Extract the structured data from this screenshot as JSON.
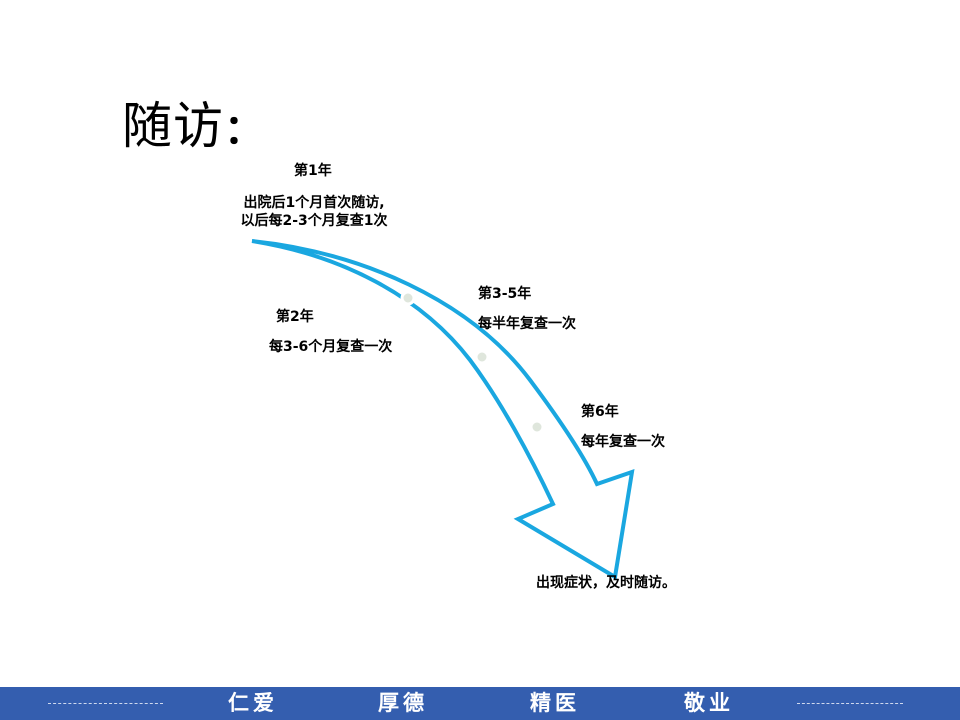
{
  "slide": {
    "title": "随访",
    "title_colon": "：",
    "timeline": [
      {
        "year": "第1年",
        "desc_lines": [
          "出院后1个月首次随访,",
          "以后每2-3个月复查1次"
        ]
      },
      {
        "year": "第2年",
        "desc": "每3-6个月复查一次"
      },
      {
        "year": "第3-5年",
        "desc": "每半年复查一次"
      },
      {
        "year": "第6年",
        "desc": "每年复查一次"
      }
    ],
    "arrow_end_text": "出现症状，及时随访。",
    "colors": {
      "arrow": "#1aa7e0",
      "footer": "#345eaf",
      "dot": "#dfe6dc"
    }
  },
  "footer": {
    "words": [
      "仁爱",
      "厚德",
      "精医",
      "敬业"
    ]
  }
}
